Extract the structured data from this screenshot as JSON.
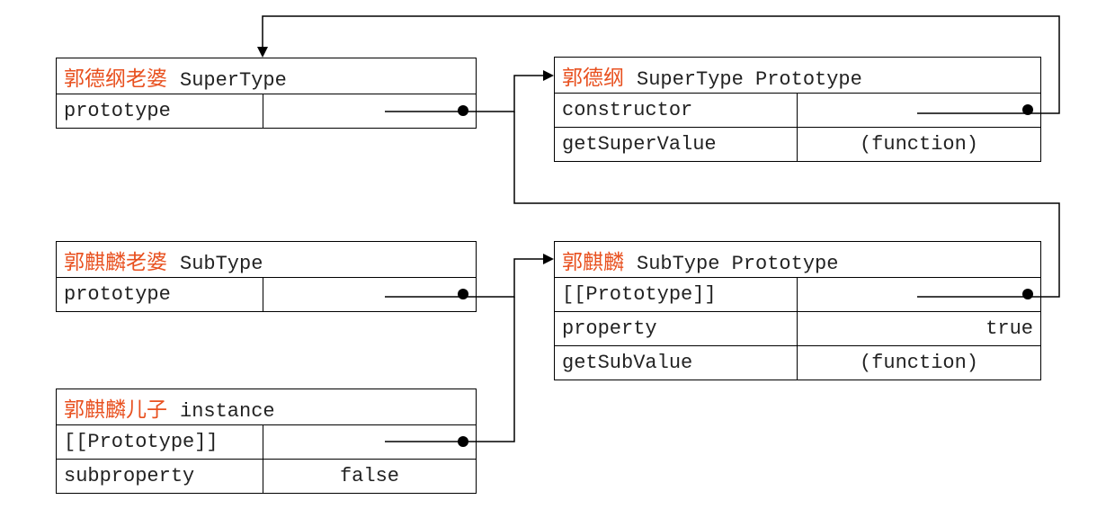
{
  "boxes": {
    "super_constructor": {
      "zh": "郭德纲老婆",
      "en": "SuperType",
      "rows": [
        {
          "key": "prototype"
        }
      ]
    },
    "super_proto": {
      "zh": "郭德纲",
      "en": "SuperType Prototype",
      "rows": [
        {
          "key": "constructor"
        },
        {
          "key": "getSuperValue",
          "value": "(function)"
        }
      ]
    },
    "sub_constructor": {
      "zh": "郭麒麟老婆",
      "en": "SubType",
      "rows": [
        {
          "key": "prototype"
        }
      ]
    },
    "sub_proto": {
      "zh": "郭麒麟",
      "en": "SubType Prototype",
      "rows": [
        {
          "key": "[[Prototype]]"
        },
        {
          "key": "property",
          "value": "true"
        },
        {
          "key": "getSubValue",
          "value": "(function)"
        }
      ]
    },
    "instance": {
      "zh": "郭麒麟儿子",
      "en": "instance",
      "rows": [
        {
          "key": "[[Prototype]]"
        },
        {
          "key": "subproperty",
          "value": "false"
        }
      ]
    }
  },
  "colors": {
    "chinese_label": "#e8501f",
    "line": "#000000",
    "text": "#222222"
  }
}
